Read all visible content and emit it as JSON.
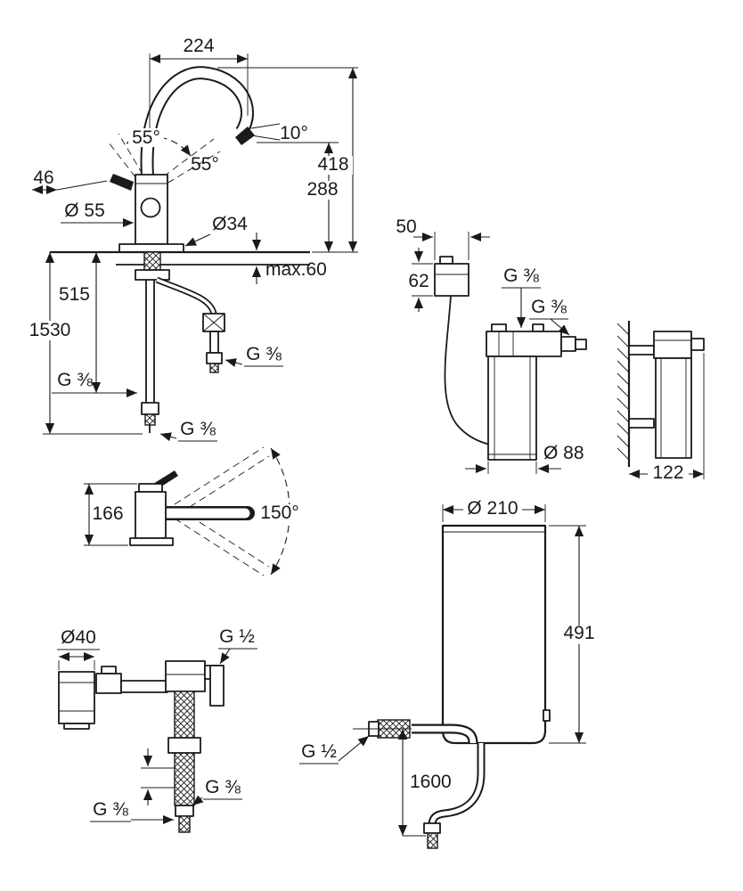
{
  "meta": {
    "background": "#ffffff",
    "ink": "#1a1a1a",
    "drawing_type": "kitchen faucet with under-sink boiler — dimensional technical drawing"
  },
  "labels": {
    "spout_reach": "224",
    "spout_angle": "10°",
    "lever_angle_a": "55°",
    "lever_angle_b": "55°",
    "lever_width": "46",
    "body_dia": "Ø 55",
    "base_dia": "Ø34",
    "height_total": "418",
    "height_outlet": "288",
    "counter_max": "max.60",
    "below_counter_515": "515",
    "hose_1530": "1530",
    "g38": "G ⅜",
    "g12": "G ½",
    "unit_width_50": "50",
    "unit_height_62": "62",
    "unit_dia_88": "Ø 88",
    "wall_offset_122": "122",
    "side_height_166": "166",
    "swivel_150": "150°",
    "valve_dia_40": "Ø40",
    "boiler_dia_210": "Ø 210",
    "boiler_height_491": "491",
    "hose_1600": "1600"
  }
}
